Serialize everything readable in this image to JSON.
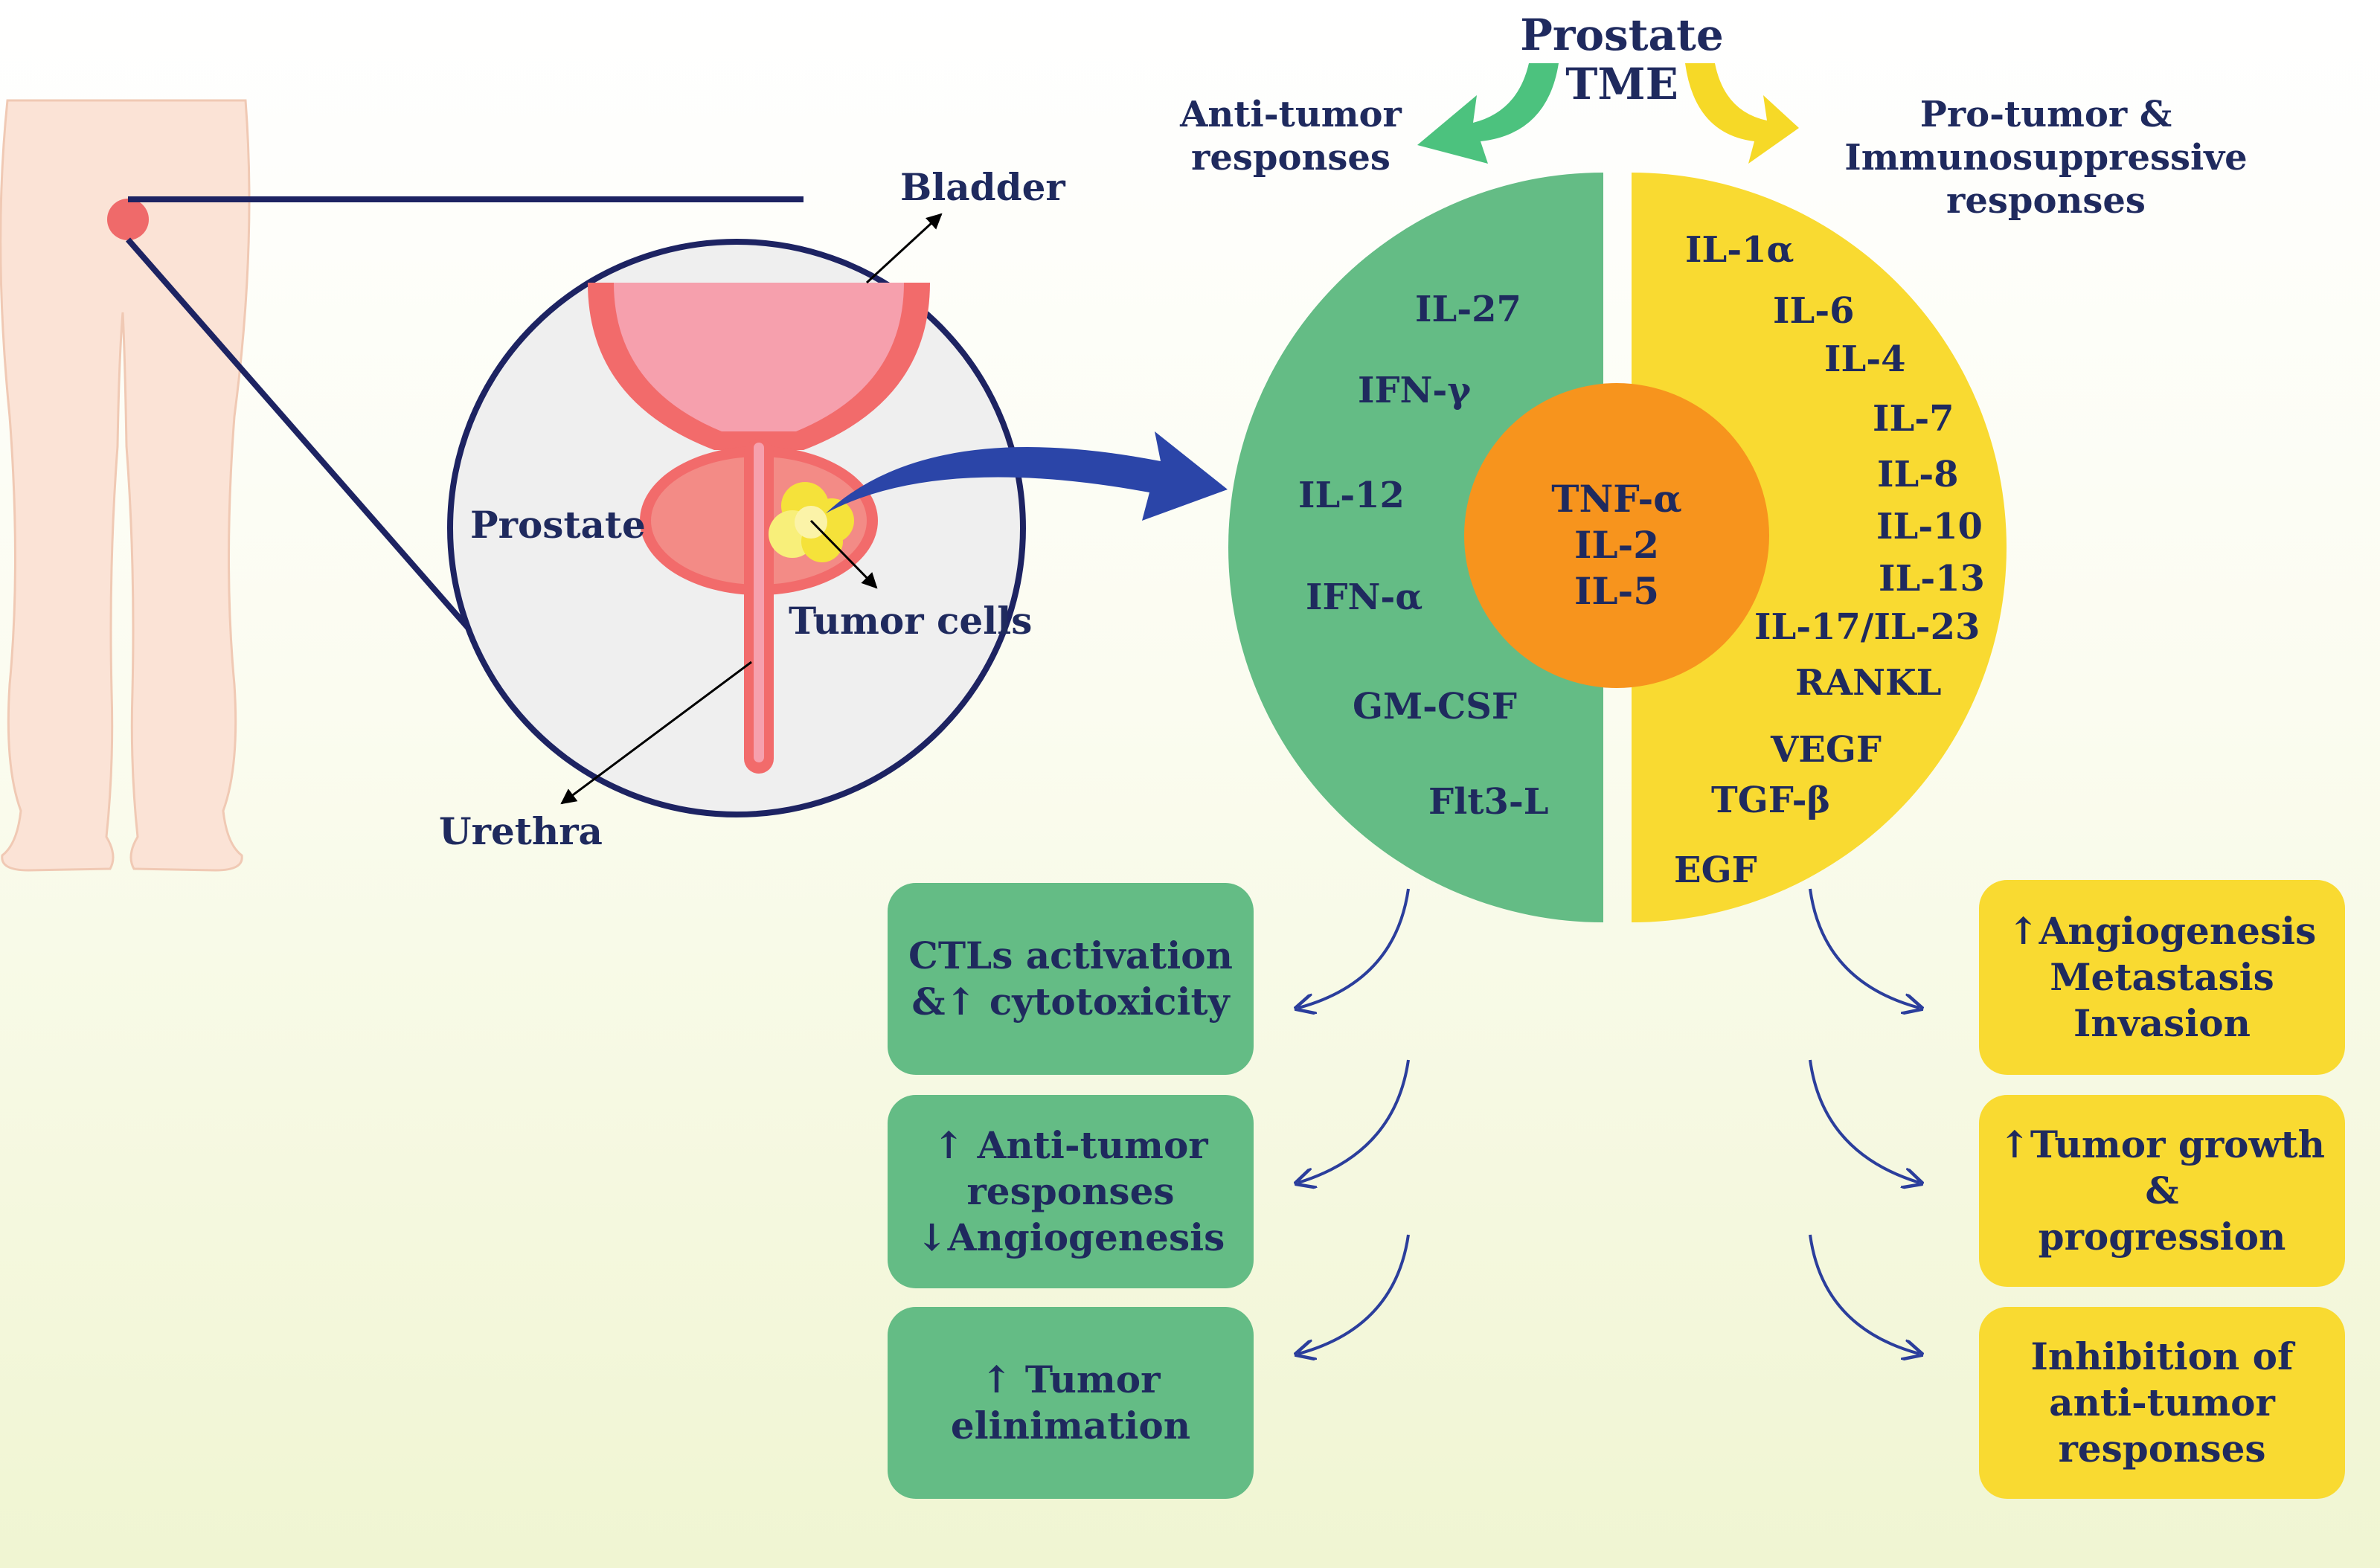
{
  "header": {
    "title_line1": "Prostate",
    "title_line2": "TME",
    "anti_line1": "Anti-tumor",
    "anti_line2": "responses",
    "pro_line1": "Pro-tumor &",
    "pro_line2": "Immunosuppressive",
    "pro_line3": "responses"
  },
  "anatomy": {
    "bladder": "Bladder",
    "prostate": "Prostate",
    "tumor_cells": "Tumor cells",
    "urethra": "Urethra"
  },
  "anti_tumor_cytokines": [
    "IL-27",
    "IFN-γ",
    "IL-12",
    "IFN-α",
    "GM-CSF",
    "Flt3-L"
  ],
  "center_cytokines": [
    "TNF-α",
    "IL-2",
    "IL-5"
  ],
  "pro_tumor_cytokines": [
    "IL-1α",
    "IL-6",
    "IL-4",
    "IL-7",
    "IL-8",
    "IL-10",
    "IL-13",
    "IL-17/IL-23",
    "RANKL",
    "VEGF",
    "TGF-β",
    "EGF"
  ],
  "anti_outcomes": [
    {
      "lines": [
        "CTLs activation",
        "&↑ cytotoxicity"
      ]
    },
    {
      "lines": [
        "↑ Anti-tumor",
        "responses",
        "↓Angiogenesis"
      ]
    },
    {
      "lines": [
        "↑ Tumor",
        "elinimation"
      ]
    }
  ],
  "pro_outcomes": [
    {
      "lines": [
        "↑Angiogenesis",
        "Metastasis",
        "Invasion"
      ]
    },
    {
      "lines": [
        "↑Tumor growth",
        "&",
        "progression"
      ]
    },
    {
      "lines": [
        "Inhibition of",
        "anti-tumor",
        "responses"
      ]
    }
  ],
  "colors": {
    "anti": "#64bc85",
    "pro": "#f9da31",
    "center": "#f7941d",
    "text": "#1f2a5e",
    "arrow": "#2b3e9c",
    "skin": "#fbe3d6",
    "prostate_organ": "#f26b6b",
    "bladder_organ": "#f6a0ad"
  }
}
